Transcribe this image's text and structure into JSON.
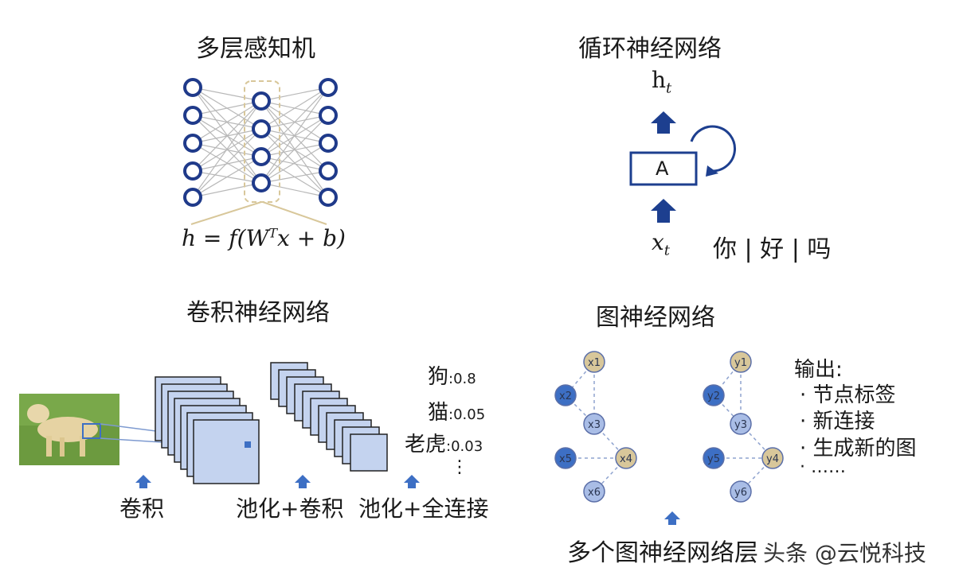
{
  "panels": {
    "mlp": {
      "title": "多层感知机",
      "formula": "h = f(WTx + b)"
    },
    "rnn": {
      "title": "循环神经网络",
      "output_label": "h",
      "output_sub": "t",
      "cell_label": "A",
      "input_label": "x",
      "input_sub": "t",
      "tokens": "你 | 好 | 吗"
    },
    "cnn": {
      "title": "卷积神经网络",
      "steps": [
        "卷积",
        "池化+卷积",
        "池化+全连接"
      ],
      "predictions": [
        {
          "label": "狗",
          "score": ":0.8"
        },
        {
          "label": "猫",
          "score": ":0.05"
        },
        {
          "label": "老虎",
          "score": ":0.03"
        }
      ],
      "ellipsis": "⋮"
    },
    "gnn": {
      "title": "图神经网络",
      "input_nodes": [
        "x1",
        "x2",
        "x3",
        "x4",
        "x5",
        "x6"
      ],
      "output_nodes": [
        "y1",
        "y2",
        "y3",
        "y4",
        "y5",
        "y6"
      ],
      "output_heading": "输出:",
      "outputs": [
        "· 节点标签",
        "· 新连接",
        "· 生成新的图",
        "· ……"
      ],
      "layers_caption": "多个图神经网络层"
    }
  },
  "watermark": "头条 @云悦科技",
  "colors": {
    "navy": "#1f3a8a",
    "arrow_blue": "#1d3f8f",
    "conv_fill": "#c4d3ef",
    "node_blue": "#3d6fc4",
    "node_tan": "#d8c79a"
  }
}
